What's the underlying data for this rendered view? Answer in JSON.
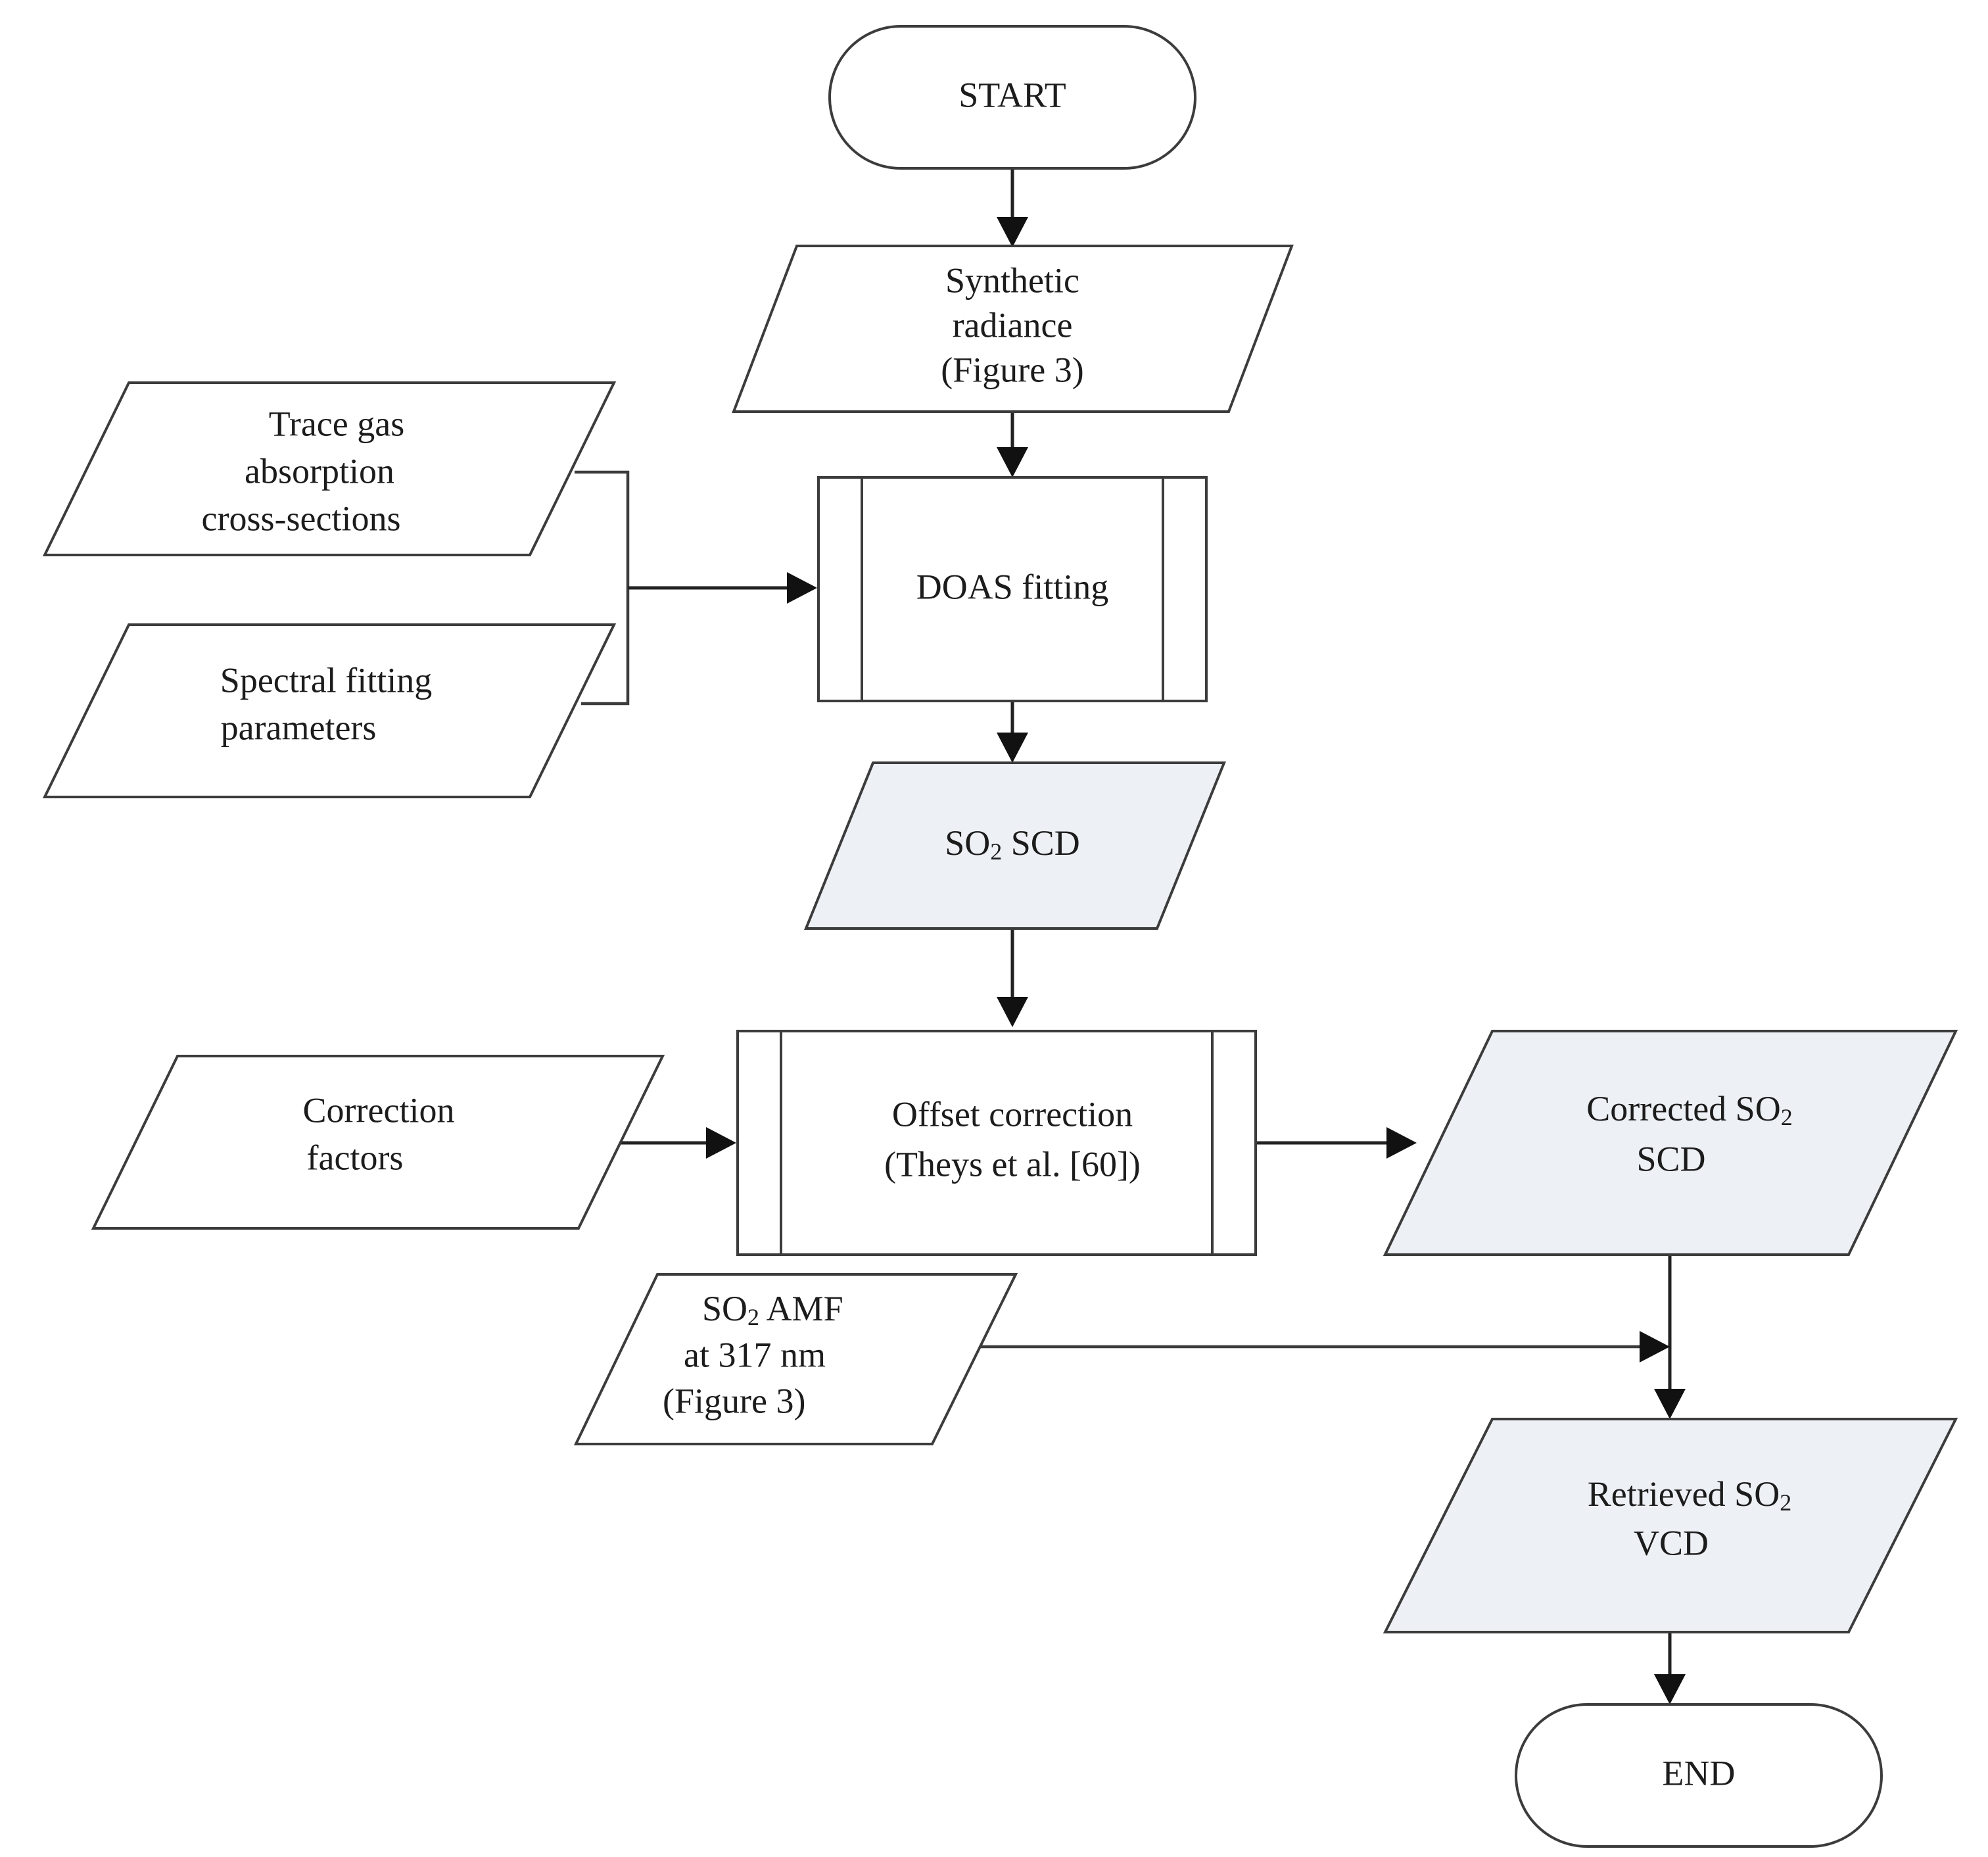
{
  "diagram": {
    "type": "flowchart",
    "title": "SO2 retrieval processing flowchart",
    "colors": {
      "shaded_fill": "#edf0f5",
      "plain_fill": "#ffffff",
      "stroke": "#3c3c3c",
      "connector": "#222222",
      "text": "#1c1c1c",
      "background": "#ffffff"
    },
    "nodes": [
      {
        "id": "start",
        "shape": "terminator",
        "fill": "plain",
        "label": "START",
        "lines": [
          "START"
        ]
      },
      {
        "id": "synthetic-radiance",
        "shape": "parallelogram",
        "fill": "plain",
        "label": "Synthetic radiance (Figure 3)",
        "lines": [
          "Synthetic",
          "radiance",
          "(Figure 3)"
        ]
      },
      {
        "id": "trace-gas-cross-sections",
        "shape": "parallelogram",
        "fill": "plain",
        "label": "Trace gas absorption cross-sections",
        "lines": [
          "Trace gas",
          "absorption",
          "cross-sections"
        ]
      },
      {
        "id": "spectral-fitting-parameters",
        "shape": "parallelogram",
        "fill": "plain",
        "label": "Spectral fitting parameters",
        "lines": [
          "Spectral fitting",
          "parameters"
        ]
      },
      {
        "id": "doas-fitting",
        "shape": "predefined-process",
        "fill": "plain",
        "label": "DOAS fitting",
        "lines": [
          "DOAS fitting"
        ]
      },
      {
        "id": "so2-scd",
        "shape": "parallelogram",
        "fill": "shaded",
        "label": "SO2 SCD",
        "lines": [
          "SO₂ SCD"
        ]
      },
      {
        "id": "correction-factors",
        "shape": "parallelogram",
        "fill": "plain",
        "label": "Correction factors",
        "lines": [
          "Correction",
          "factors"
        ]
      },
      {
        "id": "offset-correction",
        "shape": "predefined-process",
        "fill": "plain",
        "label": "Offset correction (Theys et al. [60])",
        "lines": [
          "Offset correction",
          "(Theys et al. [60])"
        ]
      },
      {
        "id": "so2-amf",
        "shape": "parallelogram",
        "fill": "plain",
        "label": "SO2 AMF at 317 nm (Figure 3)",
        "lines": [
          "SO₂ AMF",
          "at 317 nm",
          "(Figure 3)"
        ]
      },
      {
        "id": "corrected-so2-scd",
        "shape": "parallelogram",
        "fill": "shaded",
        "label": "Corrected SO2 SCD",
        "lines": [
          "Corrected SO₂",
          "SCD"
        ]
      },
      {
        "id": "retrieved-so2-vcd",
        "shape": "parallelogram",
        "fill": "shaded",
        "label": "Retrieved SO2 VCD",
        "lines": [
          "Retrieved SO₂",
          "VCD"
        ]
      },
      {
        "id": "end",
        "shape": "terminator",
        "fill": "plain",
        "label": "END",
        "lines": [
          "END"
        ]
      }
    ],
    "edges": [
      {
        "from": "start",
        "to": "synthetic-radiance",
        "arrow": true
      },
      {
        "from": "synthetic-radiance",
        "to": "doas-fitting",
        "arrow": true
      },
      {
        "from": "trace-gas-cross-sections",
        "to": "doas-fitting",
        "arrow": true,
        "routing": "bracket-merge"
      },
      {
        "from": "spectral-fitting-parameters",
        "to": "doas-fitting",
        "arrow": true,
        "routing": "bracket-merge"
      },
      {
        "from": "doas-fitting",
        "to": "so2-scd",
        "arrow": true
      },
      {
        "from": "so2-scd",
        "to": "offset-correction",
        "arrow": true
      },
      {
        "from": "correction-factors",
        "to": "offset-correction",
        "arrow": true
      },
      {
        "from": "offset-correction",
        "to": "corrected-so2-scd",
        "arrow": true
      },
      {
        "from": "so2-amf",
        "to": "retrieved-so2-vcd",
        "arrow": true,
        "routing": "horizontal-join"
      },
      {
        "from": "corrected-so2-scd",
        "to": "retrieved-so2-vcd",
        "arrow": true
      },
      {
        "from": "retrieved-so2-vcd",
        "to": "end",
        "arrow": true
      }
    ],
    "labels": {
      "start": "START",
      "synthetic_radiance_l1": "Synthetic",
      "synthetic_radiance_l2": "radiance",
      "synthetic_radiance_l3": "(Figure 3)",
      "trace_gas_l1": "Trace gas",
      "trace_gas_l2": "absorption",
      "trace_gas_l3": "cross-sections",
      "spectral_l1": "Spectral fitting",
      "spectral_l2": "parameters",
      "doas_fitting": "DOAS fitting",
      "so2_scd_main": "SO",
      "so2_scd_sub": "2",
      "so2_scd_rest": " SCD",
      "correction_l1": "Correction",
      "correction_l2": "factors",
      "offset_l1": "Offset correction",
      "offset_l2": "(Theys et al. [60])",
      "so2_amf_main": "SO",
      "so2_amf_sub": "2",
      "so2_amf_rest": " AMF",
      "so2_amf_l2": "at 317 nm",
      "so2_amf_l3": "(Figure 3)",
      "corrected_main": "Corrected SO",
      "corrected_sub": "2",
      "corrected_l2": "SCD",
      "retrieved_main": "Retrieved SO",
      "retrieved_sub": "2",
      "retrieved_l2": "VCD",
      "end": "END"
    }
  }
}
